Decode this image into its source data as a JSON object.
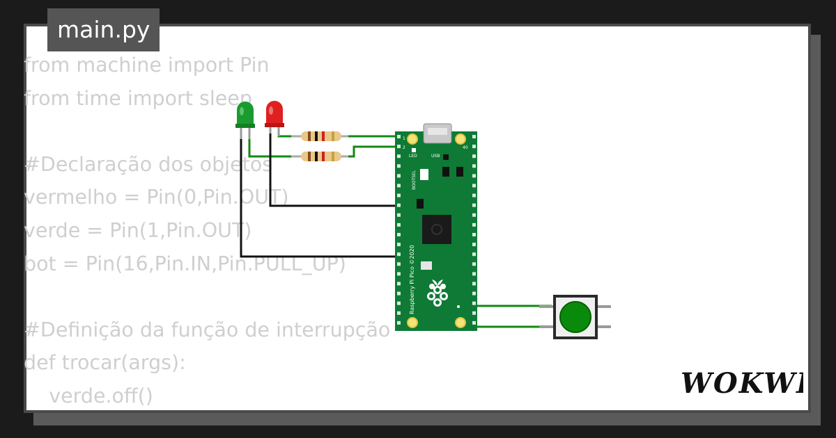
{
  "file_tab": {
    "label": "main.py"
  },
  "code_lines": [
    "from machine import Pin",
    "from time import sleep",
    "",
    "#Declaração dos objetos",
    "vermelho = Pin(0,Pin.OUT)",
    "verde = Pin(1,Pin.OUT)",
    "bot = Pin(16,Pin.IN,Pin.PULL_UP)",
    "",
    "#Definição da função de interrupção",
    "def trocar(args):",
    "    verde.off()"
  ],
  "board": {
    "pin_label_top_left": "1",
    "pin_label_second_left": "2",
    "pin_label_top_right": "40",
    "led_label": "LED",
    "usb_label": "USB",
    "bootsel_label": "BOOTSEL",
    "model_label": "Raspberry Pi Pico ©2020"
  },
  "brand": {
    "name": "WOKWI"
  },
  "colors": {
    "background": "#1b1b1b",
    "card": "#ffffff",
    "tab": "#555555",
    "code_text": "#cfcfcf",
    "pcb": "#0e7a35",
    "led_green": "#1a9b2f",
    "led_red": "#e02020",
    "wire_green": "#128a12",
    "wire_black": "#111111",
    "button_cap": "#0a8a0a"
  }
}
